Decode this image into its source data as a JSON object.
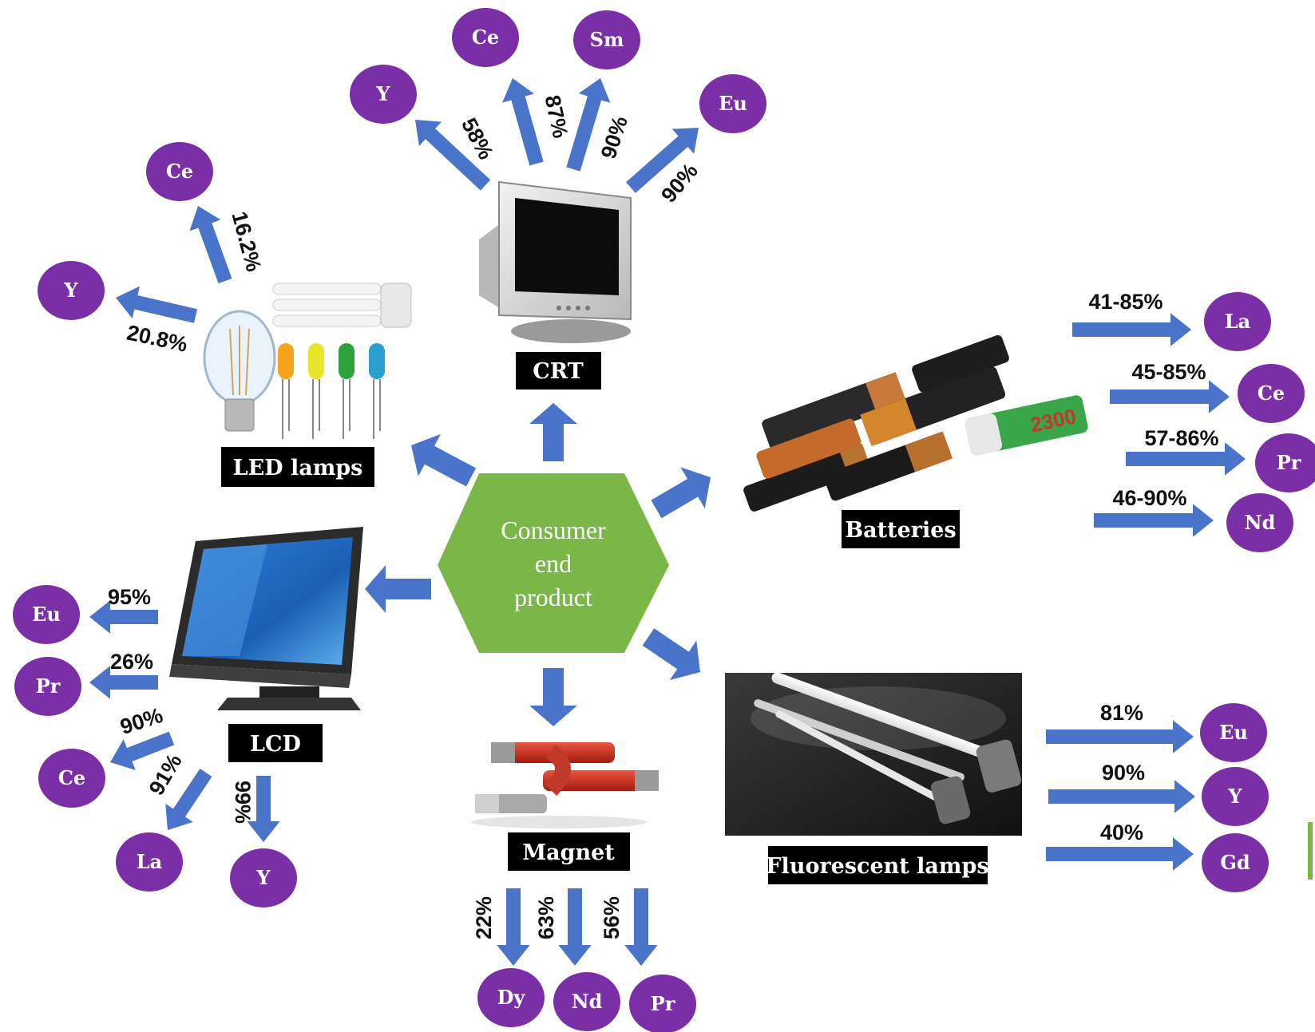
{
  "colors": {
    "arrow": "#4A74C9",
    "element_node": "#7B2FA6",
    "hexagon": "#7AB648",
    "label_bg": "#000000"
  },
  "center": {
    "lines": [
      "Consumer",
      "end",
      "product"
    ]
  },
  "products": {
    "crt": "CRT",
    "led": "LED lamps",
    "batteries": "Batteries",
    "lcd": "LCD",
    "magnet": "Magnet",
    "fluorescent": "Fluorescent lamps"
  },
  "flows": {
    "crt": [
      {
        "element": "Y",
        "percent": "58%"
      },
      {
        "element": "Ce",
        "percent": "87%"
      },
      {
        "element": "Sm",
        "percent": "90%"
      },
      {
        "element": "Eu",
        "percent": "90%"
      }
    ],
    "led": [
      {
        "element": "Ce",
        "percent": "16.2%"
      },
      {
        "element": "Y",
        "percent": "20.8%"
      }
    ],
    "batteries": [
      {
        "element": "La",
        "percent": "41-85%"
      },
      {
        "element": "Ce",
        "percent": "45-85%"
      },
      {
        "element": "Pr",
        "percent": "57-86%"
      },
      {
        "element": "Nd",
        "percent": "46-90%"
      }
    ],
    "lcd": [
      {
        "element": "Eu",
        "percent": "95%"
      },
      {
        "element": "Pr",
        "percent": "26%"
      },
      {
        "element": "Ce",
        "percent": "90%"
      },
      {
        "element": "La",
        "percent": "91%"
      },
      {
        "element": "Y",
        "percent": "99%"
      }
    ],
    "magnet": [
      {
        "element": "Dy",
        "percent": "22%"
      },
      {
        "element": "Nd",
        "percent": "63%"
      },
      {
        "element": "Pr",
        "percent": "56%"
      }
    ],
    "fluorescent": [
      {
        "element": "Eu",
        "percent": "81%"
      },
      {
        "element": "Y",
        "percent": "90%"
      },
      {
        "element": "Gd",
        "percent": "40%"
      }
    ]
  }
}
